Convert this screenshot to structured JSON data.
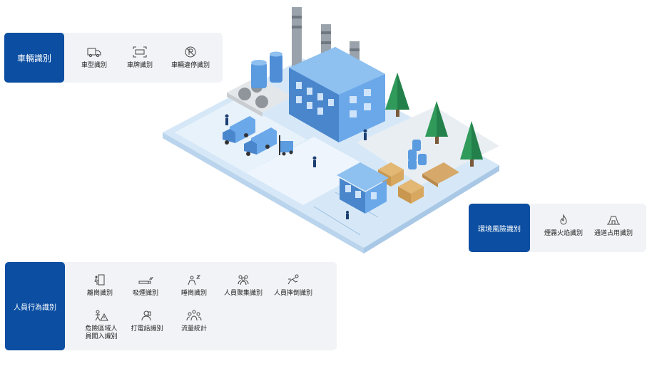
{
  "vehicle": {
    "title": "車輛識別",
    "items": [
      "車型識別",
      "車牌識別",
      "車輛違停識別"
    ]
  },
  "environment": {
    "title": "環境風險識別",
    "items": [
      "煙霧火焰識別",
      "通道占用識別"
    ]
  },
  "people": {
    "title": "人員行為識別",
    "items": [
      "離崗識別",
      "吸煙識別",
      "睡崗識別",
      "人員聚集識別",
      "人員摔倒識別",
      "危險區域人",
      "員闖入識別",
      "打電話識別",
      "流量統計"
    ]
  },
  "colors": {
    "accent": "#0b4ea2",
    "panel": "#f1f3f6",
    "building": "#5b9be0",
    "ground": "#d6e8f7",
    "tree": "#2f9a5a"
  },
  "icons": [
    "truck-icon",
    "plate-icon",
    "no-parking-icon",
    "flame-icon",
    "blocked-passage-icon",
    "door-exit-icon",
    "cigarette-icon",
    "sleeping-icon",
    "crowd-icon",
    "falling-person-icon",
    "danger-zone-icon",
    "phone-call-icon",
    "headcount-icon"
  ]
}
